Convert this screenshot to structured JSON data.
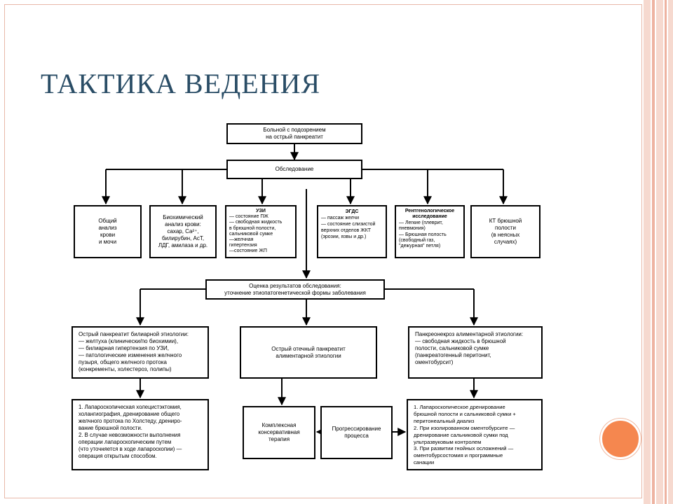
{
  "slide": {
    "title": "ТАКТИКА ВЕДЕНИЯ",
    "accent_color": "#f5874f",
    "title_color": "#2a4d66"
  },
  "flowchart": {
    "start": [
      "Больной с подозрением",
      "на острый панкреатит"
    ],
    "exam": "Обследование",
    "tests": {
      "blood": [
        "Общий",
        "анализ",
        "крови",
        "и мочи"
      ],
      "biochem": [
        "Биохимический",
        "анализ крови:",
        "сахар, Ca²⁺,",
        "билирубин, АсТ,",
        "ЛДГ, амилаза и др."
      ],
      "uzi": {
        "head": "УЗИ",
        "lines": [
          "— состояние ПЖ",
          "— свободная жидкость",
          "в брюшной полости,",
          "сальниковой сумке",
          "—желчная",
          "гипертензия",
          "—состояние ЖП"
        ]
      },
      "egds": {
        "head": "ЭГДС",
        "lines": [
          "— пассаж желчи",
          "— состояние слизистой",
          "верхних отделов ЖКТ",
          "(эрозии, язвы и др.)"
        ]
      },
      "xray": {
        "head": [
          "Рентгенологическое",
          "исследование"
        ],
        "lines": [
          "— Легкие (плеврит,",
          "пневмония)",
          "— Брюшная полость",
          "(свободный газ,",
          "\"дежурная\" петля)"
        ]
      },
      "ct": [
        "КТ брюшной",
        "полости",
        "(в неясных",
        "случаях)"
      ]
    },
    "evaluation": [
      "Оценка результатов обследования:",
      "уточнение этиопатогенетической формы заболевания"
    ],
    "biliary": [
      "Острый панкреатит билиарной этиологии:",
      "— желтуха (клинически/по биохимии),",
      "— билиарная гипертензия по УЗИ,",
      "— патологические изменения желчного",
      "пузыря, общего желчного протока",
      "(конкременты, холестероз, полипы)"
    ],
    "edema": [
      "Острый отечный панкреатит",
      "алиментарной этиологии"
    ],
    "necrosis": [
      "Панкреонекроз алиментарной этиологии:",
      "— свободная жидкость в брюшной",
      "полости, сальниковой сумке",
      "(панкреатогенный перитонит,",
      "оментобурсит)"
    ],
    "biliary_tx": [
      "1. Лапароскопическая холецистэктомия,",
      "холангиография, дренирование общего",
      "желчного протока по Холстеду, дрениро-",
      "вание брюшной полости.",
      "2. В случае невозможности выполнения",
      "операции лапароскопическим путем",
      "(что уточняется в ходе лапароскопии) —",
      "операция открытым способом."
    ],
    "conservative": [
      "Комплексная",
      "консервативная",
      "терапия"
    ],
    "progression": [
      "Прогрессирование",
      "процесса"
    ],
    "necrosis_tx": [
      "1. Лапароскопическое дренирование",
      "брюшной полости и сальниковой сумки +",
      "перитонеальный диализ",
      "2. При изолированном оментобурсите —",
      "дренирование сальниковой сумки под",
      "ультразвуковым контролем",
      "3. При развитии гнойных осложнений —",
      "оментобурсостомия и программные",
      "санации"
    ]
  }
}
